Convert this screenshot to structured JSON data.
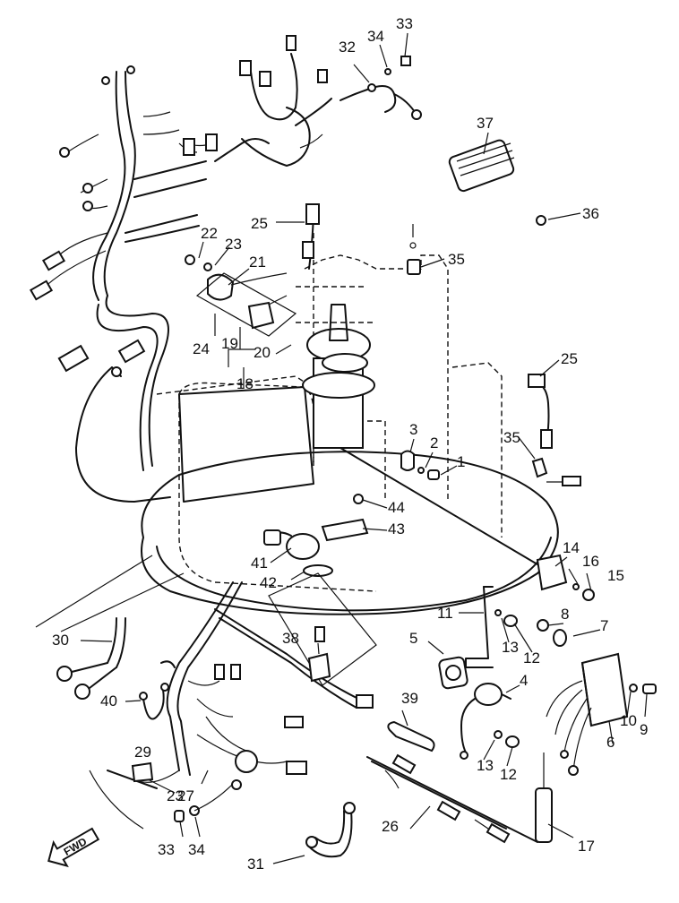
{
  "callouts": [
    {
      "id": "c1",
      "text": "1"
    },
    {
      "id": "c2",
      "text": "2"
    },
    {
      "id": "c3",
      "text": "3"
    },
    {
      "id": "c4",
      "text": "4"
    },
    {
      "id": "c5",
      "text": "5"
    },
    {
      "id": "c6",
      "text": "6"
    },
    {
      "id": "c7",
      "text": "7"
    },
    {
      "id": "c8",
      "text": "8"
    },
    {
      "id": "c9",
      "text": "9"
    },
    {
      "id": "c10",
      "text": "10"
    },
    {
      "id": "c11",
      "text": "11"
    },
    {
      "id": "c12a",
      "text": "12"
    },
    {
      "id": "c12b",
      "text": "12"
    },
    {
      "id": "c13a",
      "text": "13"
    },
    {
      "id": "c13b",
      "text": "13"
    },
    {
      "id": "c14",
      "text": "14"
    },
    {
      "id": "c15",
      "text": "15"
    },
    {
      "id": "c16",
      "text": "16"
    },
    {
      "id": "c17",
      "text": "17"
    },
    {
      "id": "c18",
      "text": "18"
    },
    {
      "id": "c19",
      "text": "19"
    },
    {
      "id": "c20",
      "text": "20"
    },
    {
      "id": "c21",
      "text": "21"
    },
    {
      "id": "c22",
      "text": "22"
    },
    {
      "id": "c23a",
      "text": "23"
    },
    {
      "id": "c23b",
      "text": "23"
    },
    {
      "id": "c24",
      "text": "24"
    },
    {
      "id": "c25a",
      "text": "25"
    },
    {
      "id": "c25b",
      "text": "25"
    },
    {
      "id": "c26",
      "text": "26"
    },
    {
      "id": "c27",
      "text": "27"
    },
    {
      "id": "c29",
      "text": "29"
    },
    {
      "id": "c30",
      "text": "30"
    },
    {
      "id": "c31",
      "text": "31"
    },
    {
      "id": "c32",
      "text": "32"
    },
    {
      "id": "c33a",
      "text": "33"
    },
    {
      "id": "c33b",
      "text": "33"
    },
    {
      "id": "c34a",
      "text": "34"
    },
    {
      "id": "c34b",
      "text": "34"
    },
    {
      "id": "c35a",
      "text": "35"
    },
    {
      "id": "c35b",
      "text": "35"
    },
    {
      "id": "c36",
      "text": "36"
    },
    {
      "id": "c37",
      "text": "37"
    },
    {
      "id": "c38",
      "text": "38"
    },
    {
      "id": "c39",
      "text": "39"
    },
    {
      "id": "c40",
      "text": "40"
    },
    {
      "id": "c41",
      "text": "41"
    },
    {
      "id": "c42",
      "text": "42"
    },
    {
      "id": "c43",
      "text": "43"
    },
    {
      "id": "c44",
      "text": "44"
    }
  ],
  "fwd_arrow": {
    "label": "FWD"
  }
}
